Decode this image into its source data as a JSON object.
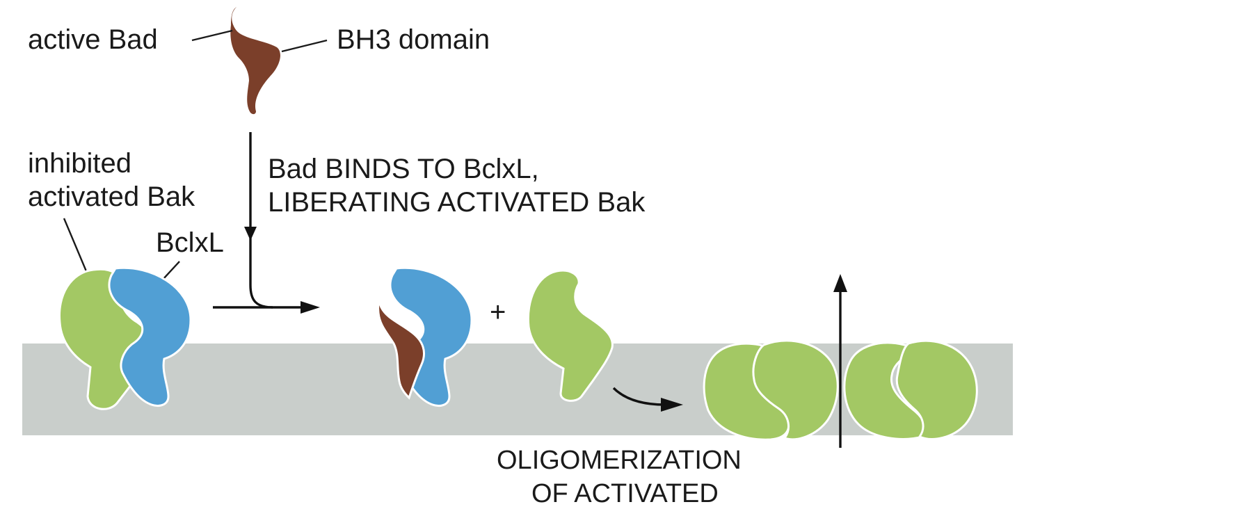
{
  "labels": {
    "active_bad": "active Bad",
    "bh3_domain": "BH3 domain",
    "inhibited_line1": "inhibited",
    "inhibited_line2": "activated Bak",
    "bclxl": "BclxL",
    "step1_line1": "Bad BINDS TO BclxL,",
    "step1_line2": "LIBERATING ACTIVATED Bak",
    "plus": "+",
    "oligo_line1": "OLIGOMERIZATION",
    "oligo_line2": "OF ACTIVATED"
  },
  "colors": {
    "bad": "#7b3f2a",
    "bak": "#a3c864",
    "bclxl": "#519fd4",
    "membrane": "#c9cecb",
    "outline": "#ffffff",
    "text": "#1a1a1a"
  }
}
